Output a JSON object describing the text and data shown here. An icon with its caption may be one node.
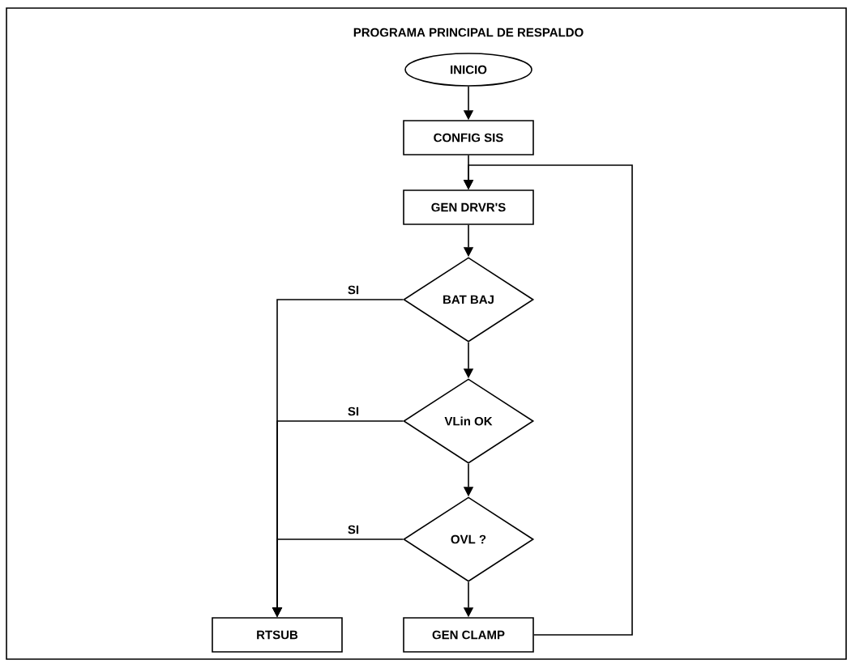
{
  "diagram": {
    "title": "PROGRAMA PRINCIPAL DE RESPALDO",
    "nodes": [
      {
        "text": [
          "INICIO"
        ]
      },
      {
        "text": [
          "CONFIG SIS"
        ]
      },
      {
        "text": [
          "GEN DRVR'S"
        ]
      },
      {
        "text": [
          "BAT BAJ"
        ]
      },
      {
        "text": [
          "VLin OK"
        ]
      },
      {
        "text": [
          "OVL ?"
        ]
      },
      {
        "text": [
          "RTSUB"
        ]
      },
      {
        "text": [
          "GEN CLAMP"
        ]
      }
    ],
    "edges": [
      {
        "from": 0,
        "to": 1,
        "arrow": "to"
      },
      {
        "from": 1,
        "to": 2,
        "arrow": "to"
      },
      {
        "from": 2,
        "to": 3,
        "arrow": "to"
      },
      {
        "from": 3,
        "to": 4,
        "arrow": "to"
      },
      {
        "from": 4,
        "to": 5,
        "arrow": "to"
      },
      {
        "from": 5,
        "to": 7,
        "arrow": "to"
      },
      {
        "from": 7,
        "to": 2,
        "arrow": "to"
      },
      {
        "from": 3,
        "to": 6,
        "label": "SI",
        "arrow": "to"
      },
      {
        "from": 4,
        "to": 6,
        "label": "SI",
        "arrow": "to"
      },
      {
        "from": 5,
        "to": 6,
        "label": "SI",
        "arrow": "to"
      }
    ]
  }
}
